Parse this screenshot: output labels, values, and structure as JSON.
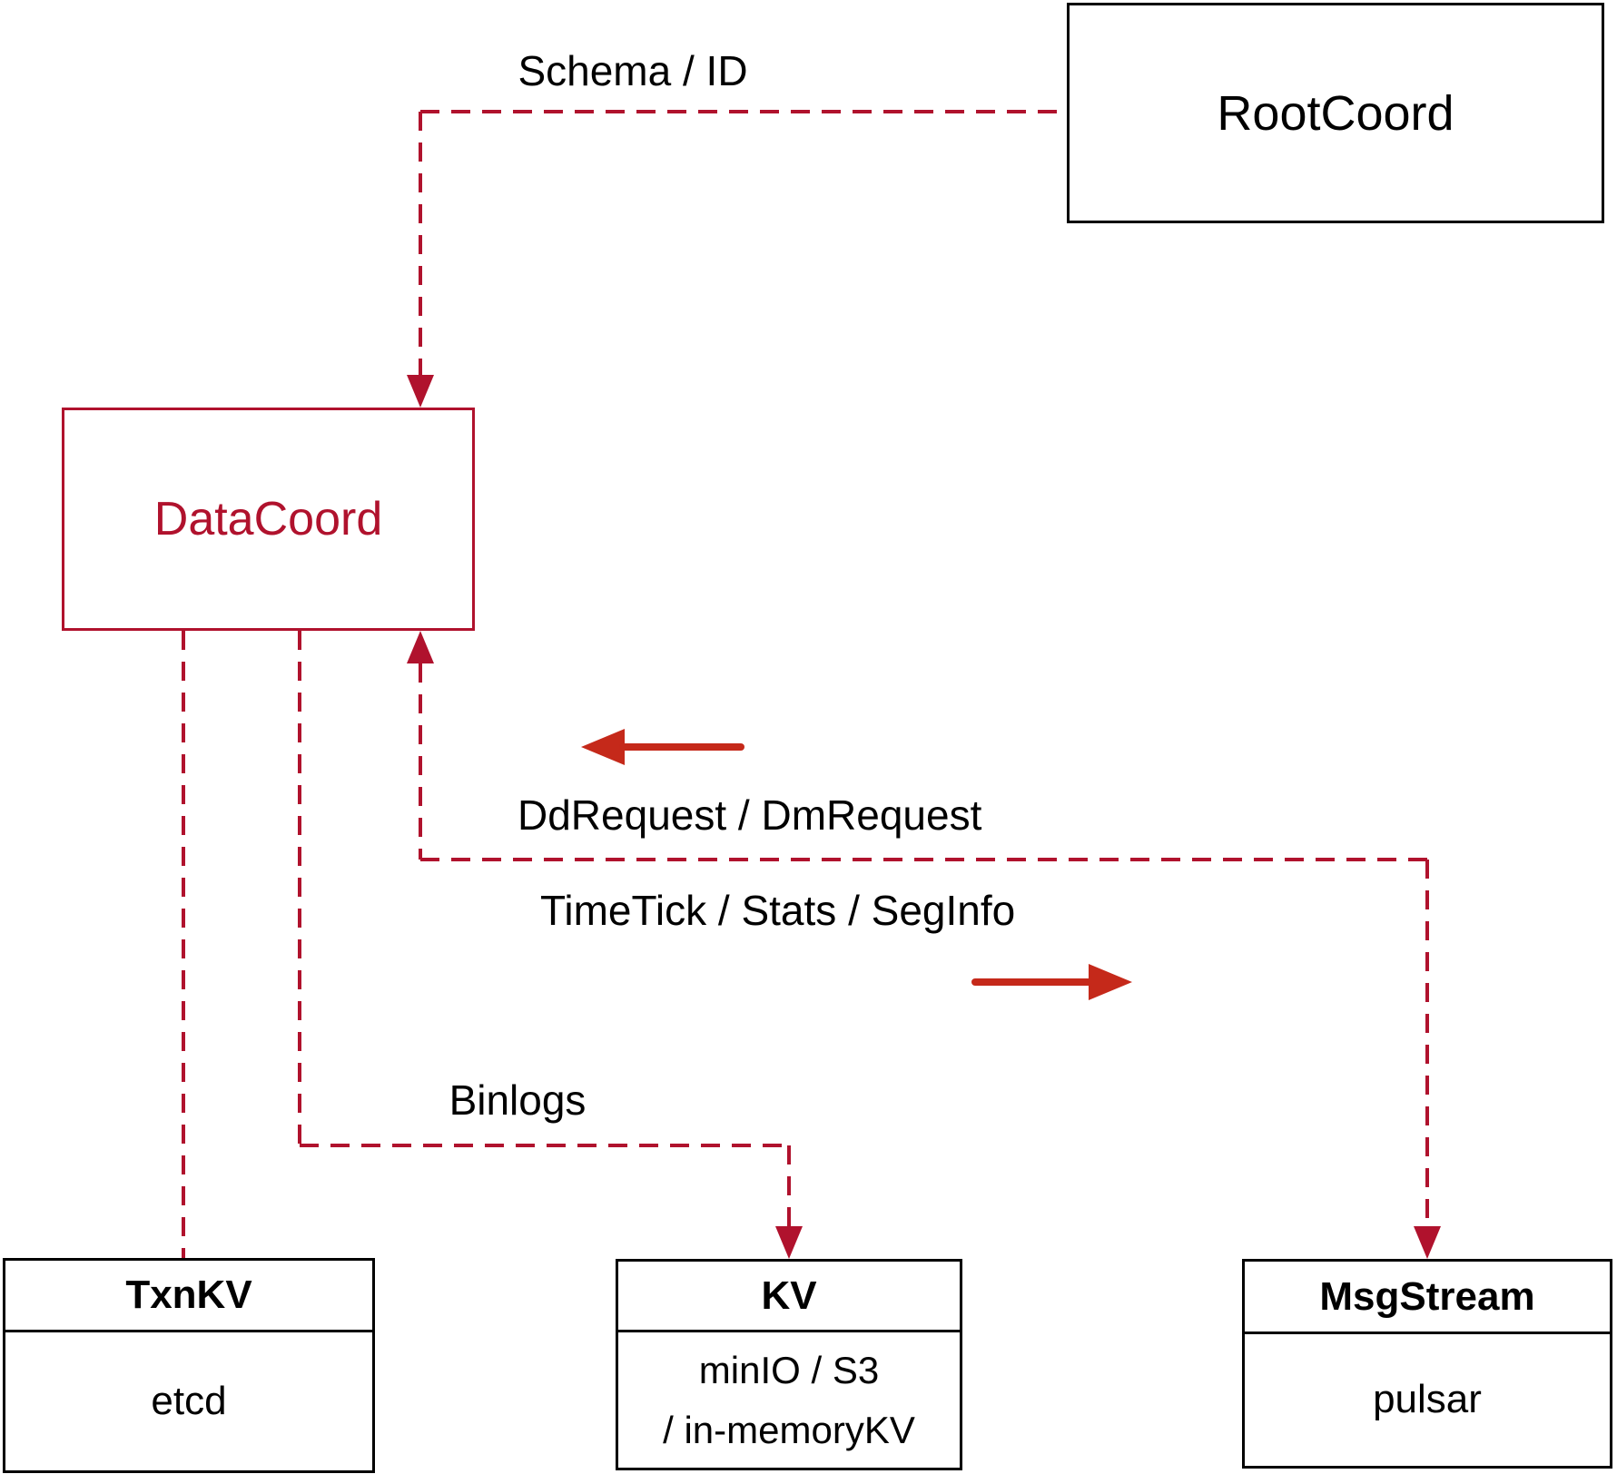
{
  "colors": {
    "line": "#b0122d",
    "arrow": "#c5291a",
    "border": "#000000",
    "bg": "#ffffff"
  },
  "nodes": {
    "root_coord": {
      "label": "RootCoord"
    },
    "data_coord": {
      "label": "DataCoord"
    },
    "txn_kv": {
      "title": "TxnKV",
      "body": "etcd"
    },
    "kv": {
      "title": "KV",
      "body_line1": "minIO / S3",
      "body_line2": "/ in-memoryKV"
    },
    "msg_stream": {
      "title": "MsgStream",
      "body": "pulsar"
    }
  },
  "edges": {
    "schema_id": {
      "label": "Schema / ID",
      "from": "RootCoord",
      "to": "DataCoord",
      "style": "dashed"
    },
    "dd_dm": {
      "label": "DdRequest / DmRequest",
      "direction": "toward DataCoord",
      "style": "dashed"
    },
    "timetick": {
      "label": "TimeTick / Stats / SegInfo",
      "direction": "toward MsgStream",
      "style": "dashed"
    },
    "binlogs": {
      "label": "Binlogs",
      "from": "DataCoord",
      "to": "KV",
      "style": "dashed"
    },
    "txnkv_link": {
      "label": "",
      "from": "DataCoord",
      "to": "TxnKV",
      "style": "dashed"
    }
  }
}
